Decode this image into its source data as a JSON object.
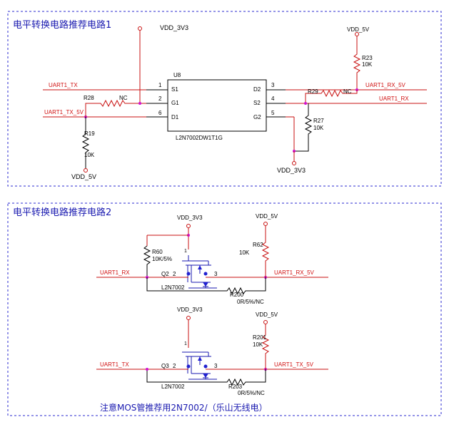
{
  "colors": {
    "wire_red": "#c81010",
    "frame_blue": "#2b2bd0",
    "junction": "#d010d0",
    "title_blue": "#1a1ab0"
  },
  "circuit1": {
    "title": "电平转换电路推荐电路1",
    "chip": {
      "ref": "U8",
      "part": "L2N7002DW1T1G",
      "pins_left": [
        {
          "num": "1",
          "name": "S1"
        },
        {
          "num": "2",
          "name": "G1"
        },
        {
          "num": "6",
          "name": "D1"
        }
      ],
      "pins_right": [
        {
          "num": "3",
          "name": "D2"
        },
        {
          "num": "4",
          "name": "S2"
        },
        {
          "num": "5",
          "name": "G2"
        }
      ]
    },
    "power": {
      "vdd3v3_top": "VDD_3V3",
      "vdd3v3_bottom": "VDD_3V3",
      "vdd5v_top": "VDD_5V",
      "vdd5v_bottom": "VDD_5V"
    },
    "nets": {
      "uart1_tx": "UART1_TX",
      "uart1_tx_5v": "UART1_TX_5V",
      "uart1_rx_5v": "UART1_RX_5V",
      "uart1_rx": "UART1_RX"
    },
    "resistors": {
      "r23": {
        "ref": "R23",
        "val": "10K"
      },
      "r28": {
        "ref": "R28",
        "val": "NC"
      },
      "r29": {
        "ref": "R29",
        "val": "NC"
      },
      "r27": {
        "ref": "R27",
        "val": "10K"
      },
      "r19": {
        "ref": "R19",
        "val": "10K"
      }
    }
  },
  "circuit2": {
    "title": "电平转换电路推荐电路2",
    "note": "注意MOS管推荐用2N7002/（乐山无线电）",
    "top": {
      "vdd3v3": "VDD_3V3",
      "vdd5v": "VDD_5V",
      "r60": {
        "ref": "R60",
        "val": "10K/5%"
      },
      "r62": {
        "ref": "R62",
        "val": "10K"
      },
      "r200": {
        "ref": "R200",
        "val": "0R/5%/NC"
      },
      "q": {
        "ref": "Q2",
        "part": "L2N7002",
        "gate_pin": "1",
        "src_pin": "2",
        "drain_pin": "3"
      },
      "net_left": "UART1_RX",
      "net_right": "UART1_RX_5V"
    },
    "bottom": {
      "vdd3v3": "VDD_3V3",
      "vdd5v": "VDD_5V",
      "r201": {
        "ref": "R201",
        "val": "10K"
      },
      "r203": {
        "ref": "R203",
        "val": "0R/5%/NC"
      },
      "q": {
        "ref": "Q3",
        "part": "L2N7002",
        "gate_pin": "1",
        "src_pin": "2",
        "drain_pin": "3"
      },
      "net_left": "UART1_TX",
      "net_right": "UART1_TX_5V"
    }
  }
}
